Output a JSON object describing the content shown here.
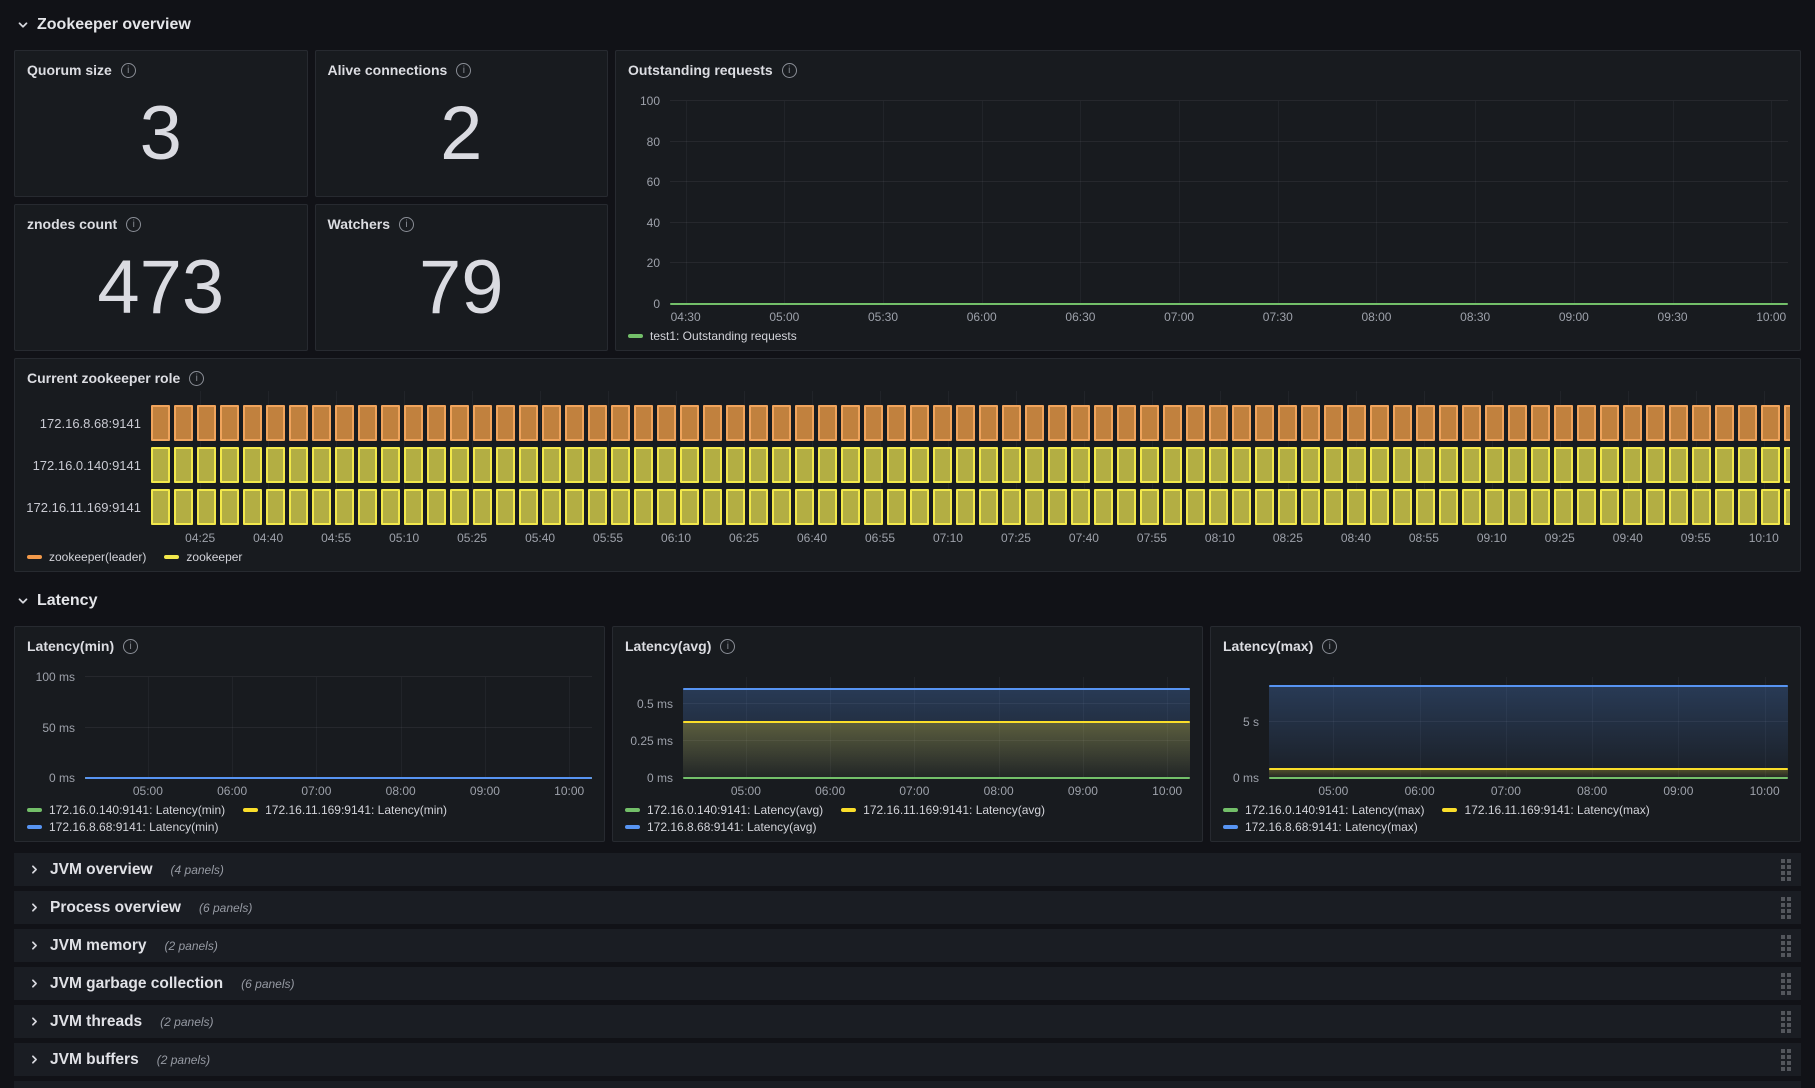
{
  "sections": [
    {
      "title": "Zookeeper overview"
    },
    {
      "title": "Latency"
    }
  ],
  "stat_panels": [
    {
      "title": "Quorum size",
      "value": "3"
    },
    {
      "title": "Alive connections",
      "value": "2"
    },
    {
      "title": "znodes count",
      "value": "473"
    },
    {
      "title": "Watchers",
      "value": "79"
    }
  ],
  "collapsed_rows": [
    {
      "title": "JVM overview",
      "count": "(4 panels)"
    },
    {
      "title": "Process overview",
      "count": "(6 panels)"
    },
    {
      "title": "JVM memory",
      "count": "(2 panels)"
    },
    {
      "title": "JVM garbage collection",
      "count": "(6 panels)"
    },
    {
      "title": "JVM threads",
      "count": "(2 panels)"
    },
    {
      "title": "JVM buffers",
      "count": "(2 panels)"
    }
  ],
  "chart_data": [
    {
      "id": "outstanding",
      "type": "line",
      "title": "Outstanding requests",
      "ylim": [
        0,
        100
      ],
      "unit": "",
      "yticks": [
        {
          "v": 0,
          "label": "0"
        },
        {
          "v": 20,
          "label": "20"
        },
        {
          "v": 40,
          "label": "40"
        },
        {
          "v": 60,
          "label": "60"
        },
        {
          "v": 80,
          "label": "80"
        },
        {
          "v": 100,
          "label": "100"
        }
      ],
      "xticks": [
        "04:30",
        "05:00",
        "05:30",
        "06:00",
        "06:30",
        "07:00",
        "07:30",
        "08:00",
        "08:30",
        "09:00",
        "09:30",
        "10:00"
      ],
      "xspan": [
        0.014,
        0.985
      ],
      "grid": true,
      "legend_position": "bottom",
      "series": [
        {
          "name": "test1: Outstanding requests",
          "color": "#73bf69",
          "value": 0,
          "fill": false
        }
      ],
      "legend": [
        {
          "color": "#73bf69",
          "label": "test1: Outstanding requests"
        }
      ]
    },
    {
      "id": "role",
      "type": "timeline",
      "title": "Current zookeeper role",
      "rows": [
        {
          "label": "172.16.8.68:9141",
          "state": "zookeeper(leader)",
          "fill": "#c1813e",
          "border": "#f0a45c"
        },
        {
          "label": "172.16.0.140:9141",
          "state": "zookeeper",
          "fill": "#b3ae43",
          "border": "#f2e84b"
        },
        {
          "label": "172.16.11.169:9141",
          "state": "zookeeper",
          "fill": "#b3ae43",
          "border": "#f2e84b"
        }
      ],
      "xticks": [
        "04:25",
        "04:40",
        "04:55",
        "05:10",
        "05:25",
        "05:40",
        "05:55",
        "06:10",
        "06:25",
        "06:40",
        "06:55",
        "07:10",
        "07:25",
        "07:40",
        "07:55",
        "08:10",
        "08:25",
        "08:40",
        "08:55",
        "09:10",
        "09:25",
        "09:40",
        "09:55",
        "10:10"
      ],
      "xspan": [
        0.03,
        0.984
      ],
      "legend_position": "bottom",
      "legend": [
        {
          "color": "#f2994a",
          "label": "zookeeper(leader)"
        },
        {
          "color": "#f2e84b",
          "label": "zookeeper"
        }
      ]
    },
    {
      "id": "latency-min",
      "type": "line",
      "title": "Latency(min)",
      "ylim": [
        0,
        100
      ],
      "unit": "ms",
      "yticks": [
        {
          "v": 0,
          "label": "0 ms"
        },
        {
          "v": 50,
          "label": "50 ms"
        },
        {
          "v": 100,
          "label": "100 ms"
        }
      ],
      "xticks": [
        "05:00",
        "06:00",
        "07:00",
        "08:00",
        "09:00",
        "10:00"
      ],
      "xspan": [
        0.124,
        0.955
      ],
      "grid": true,
      "legend_position": "bottom",
      "series": [
        {
          "name": "172.16.0.140:9141: Latency(min)",
          "color": "#73bf69",
          "value": 0,
          "fill": false
        },
        {
          "name": "172.16.11.169:9141: Latency(min)",
          "color": "#fade2a",
          "value": 0,
          "fill": false
        },
        {
          "name": "172.16.8.68:9141: Latency(min)",
          "color": "#5794f2",
          "value": 0,
          "fill": false
        }
      ],
      "legend": [
        {
          "color": "#73bf69",
          "label": "172.16.0.140:9141: Latency(min)"
        },
        {
          "color": "#fade2a",
          "label": "172.16.11.169:9141: Latency(min)"
        },
        {
          "color": "#5794f2",
          "label": "172.16.8.68:9141: Latency(min)"
        }
      ]
    },
    {
      "id": "latency-avg",
      "type": "line",
      "title": "Latency(avg)",
      "ylim": [
        0,
        0.68
      ],
      "unit": "ms",
      "yticks": [
        {
          "v": 0,
          "label": "0 ms"
        },
        {
          "v": 0.25,
          "label": "0.25 ms"
        },
        {
          "v": 0.5,
          "label": "0.5 ms"
        }
      ],
      "xticks": [
        "05:00",
        "06:00",
        "07:00",
        "08:00",
        "09:00",
        "10:00"
      ],
      "xspan": [
        0.124,
        0.955
      ],
      "grid": true,
      "legend_position": "bottom",
      "series": [
        {
          "name": "172.16.0.140:9141: Latency(avg)",
          "color": "#73bf69",
          "value": 0,
          "fill": false
        },
        {
          "name": "172.16.11.169:9141: Latency(avg)",
          "color": "#fade2a",
          "value": 0.38,
          "fill": true
        },
        {
          "name": "172.16.8.68:9141: Latency(avg)",
          "color": "#5794f2",
          "value": 0.6,
          "fill": true
        }
      ],
      "legend": [
        {
          "color": "#73bf69",
          "label": "172.16.0.140:9141: Latency(avg)"
        },
        {
          "color": "#fade2a",
          "label": "172.16.11.169:9141: Latency(avg)"
        },
        {
          "color": "#5794f2",
          "label": "172.16.8.68:9141: Latency(avg)"
        }
      ]
    },
    {
      "id": "latency-max",
      "type": "line",
      "title": "Latency(max)",
      "ylim": [
        0,
        9
      ],
      "unit": "s",
      "yticks": [
        {
          "v": 0,
          "label": "0 ms"
        },
        {
          "v": 5,
          "label": "5 s"
        }
      ],
      "xticks": [
        "05:00",
        "06:00",
        "07:00",
        "08:00",
        "09:00",
        "10:00"
      ],
      "xspan": [
        0.124,
        0.955
      ],
      "grid": true,
      "legend_position": "bottom",
      "series": [
        {
          "name": "172.16.0.140:9141: Latency(max)",
          "color": "#73bf69",
          "value": 0,
          "fill": false
        },
        {
          "name": "172.16.11.169:9141: Latency(max)",
          "color": "#fade2a",
          "value": 0.77,
          "fill": true
        },
        {
          "name": "172.16.8.68:9141: Latency(max)",
          "color": "#5794f2",
          "value": 8.2,
          "fill": true
        }
      ],
      "legend": [
        {
          "color": "#73bf69",
          "label": "172.16.0.140:9141: Latency(max)"
        },
        {
          "color": "#fade2a",
          "label": "172.16.11.169:9141: Latency(max)"
        },
        {
          "color": "#5794f2",
          "label": "172.16.8.68:9141: Latency(max)"
        }
      ]
    }
  ]
}
